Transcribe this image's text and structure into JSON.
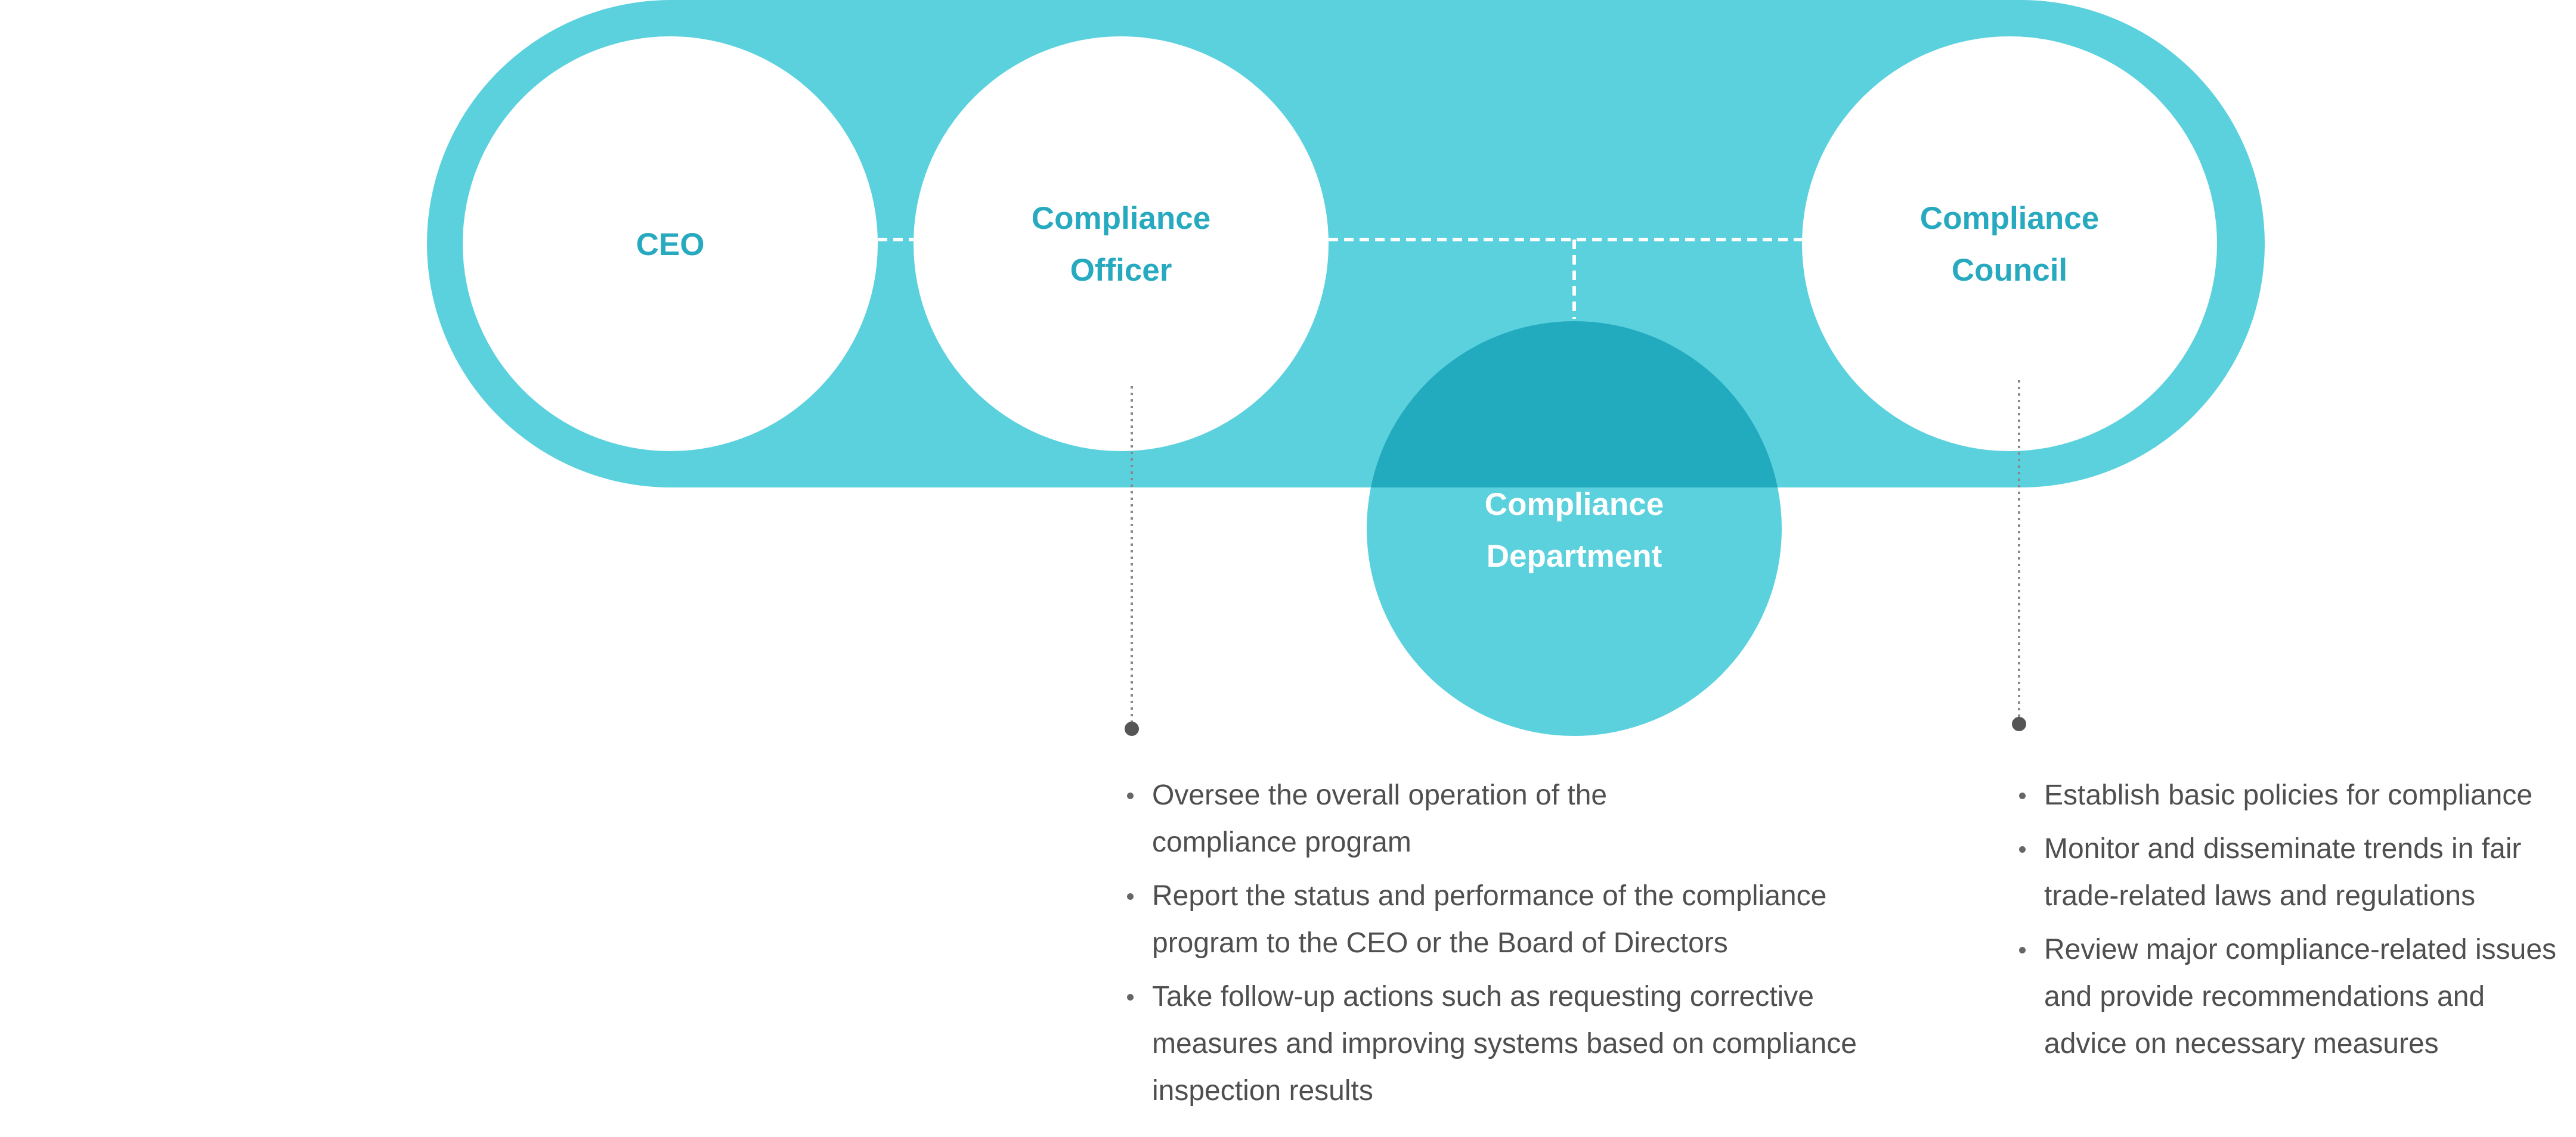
{
  "colors": {
    "band": "#5bd1de",
    "band_overlap": "#22aabf",
    "node_fill": "#ffffff",
    "node_text": "#27a9bf",
    "connector": "#ffffff",
    "leader_line": "#888888",
    "leader_dot": "#555555",
    "body_text": "#4f4f4f"
  },
  "nodes": {
    "ceo": {
      "label": "CEO"
    },
    "officer": {
      "label": "Compliance\nOfficer"
    },
    "council": {
      "label": "Compliance\nCouncil"
    },
    "department": {
      "label": "Compliance\nDepartment"
    }
  },
  "officer_duties": [
    "Oversee the overall operation of the\ncompliance program",
    "Report the status and performance of the compliance\n program to the CEO or the Board of Directors",
    "Take follow-up actions such as requesting corrective\nmeasures and improving systems based on compliance\ninspection results"
  ],
  "council_duties": [
    "Establish basic policies for compliance",
    "Monitor and disseminate trends in fair\ntrade-related laws and regulations",
    "Review major compliance-related issues\nand provide recommendations and\nadvice on necessary measures"
  ]
}
